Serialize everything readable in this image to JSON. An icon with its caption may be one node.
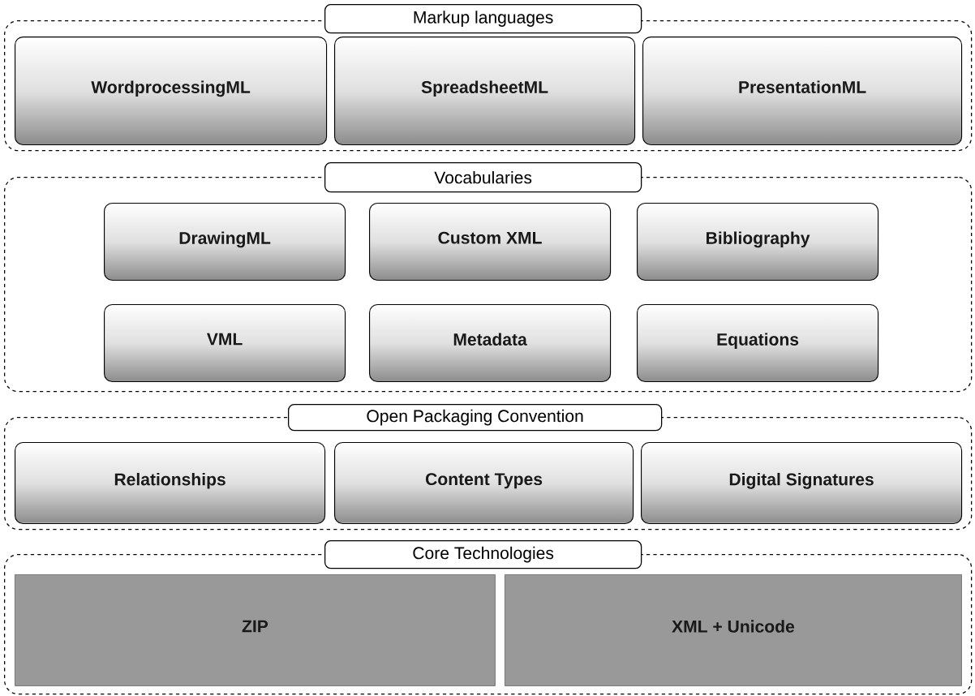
{
  "diagram": {
    "nodes": [
      {
        "text": [
          "Markup languages"
        ]
      },
      {
        "text": [
          "WordprocessingML"
        ],
        "in": 0
      },
      {
        "text": [
          "SpreadsheetML"
        ],
        "in": 0
      },
      {
        "text": [
          "PresentationML"
        ],
        "in": 0
      },
      {
        "text": [
          "Vocabularies"
        ]
      },
      {
        "text": [
          "DrawingML"
        ],
        "in": 4
      },
      {
        "text": [
          "Custom XML"
        ],
        "in": 4
      },
      {
        "text": [
          "Bibliography"
        ],
        "in": 4
      },
      {
        "text": [
          "VML"
        ],
        "in": 4
      },
      {
        "text": [
          "Metadata"
        ],
        "in": 4
      },
      {
        "text": [
          "Equations"
        ],
        "in": 4
      },
      {
        "text": [
          "Open Packaging Convention"
        ]
      },
      {
        "text": [
          "Relationships"
        ],
        "in": 11
      },
      {
        "text": [
          "Content Types"
        ],
        "in": 11
      },
      {
        "text": [
          "Digital Signatures"
        ],
        "in": 11
      },
      {
        "text": [
          "Core Technologies"
        ]
      },
      {
        "text": [
          "ZIP"
        ],
        "in": 15
      },
      {
        "text": [
          "XML + Unicode"
        ],
        "in": 15
      }
    ]
  }
}
